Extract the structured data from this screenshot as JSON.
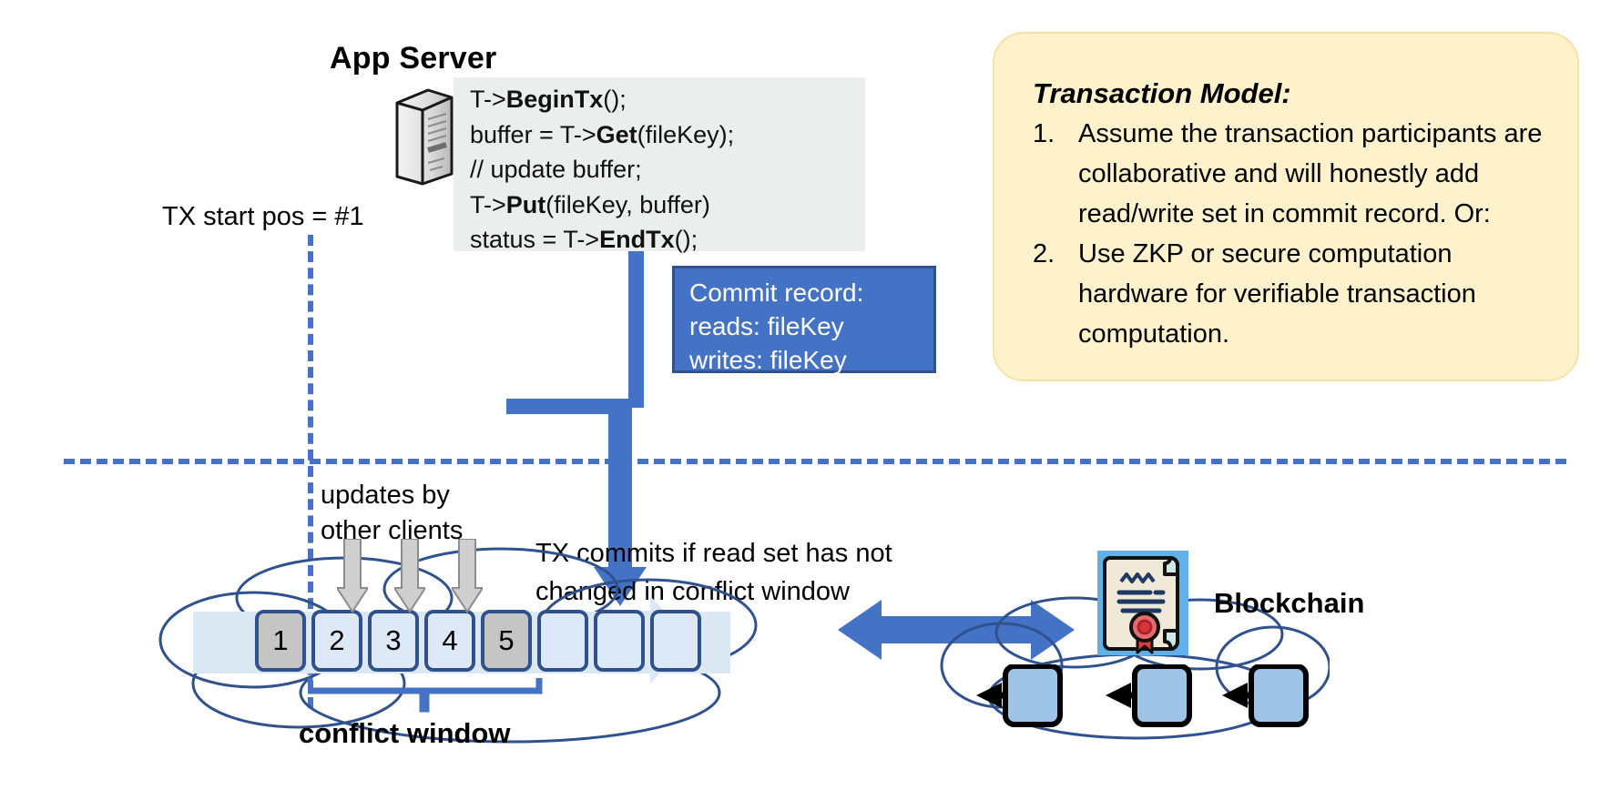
{
  "diagram": {
    "title": "Transactional storage with conflict window over a log and blockchain",
    "app_server": {
      "title": "App Server",
      "server_icon": "server-tower-icon",
      "code": [
        {
          "pre": "T->",
          "bold": "BeginTx",
          "post": "();"
        },
        {
          "pre": "buffer = T->",
          "bold": "Get",
          "post": "(fileKey);"
        },
        {
          "pre": "// update buffer;",
          "bold": "",
          "post": ""
        },
        {
          "pre": "T->",
          "bold": "Put",
          "post": "(fileKey, buffer)"
        },
        {
          "pre": "status = T->",
          "bold": "EndTx",
          "post": "();"
        }
      ]
    },
    "tx_start": {
      "label": "TX start pos = #1"
    },
    "commit_record": {
      "lines": [
        "Commit record:",
        "reads: fileKey",
        "writes: fileKey"
      ]
    },
    "transaction_model": {
      "heading": "Transaction Model:",
      "items": [
        {
          "number": "1.",
          "text": "Assume the transaction participants are collaborative and will honestly add read/write set in commit record.  Or:"
        },
        {
          "number": "2.",
          "text": "Use ZKP or secure computation hardware for verifiable transaction computation."
        }
      ]
    },
    "log": {
      "updates_label": "updates by\nother clients",
      "commit_label": "TX commits if read set has not\nchanged in conflict window",
      "conflict_window_label": "conflict window",
      "entries": [
        {
          "label": "1",
          "filled": true
        },
        {
          "label": "2",
          "filled": false
        },
        {
          "label": "3",
          "filled": false
        },
        {
          "label": "4",
          "filled": false
        },
        {
          "label": "5",
          "filled": true
        },
        {
          "label": "",
          "filled": false
        },
        {
          "label": "",
          "filled": false
        },
        {
          "label": "",
          "filled": false
        }
      ]
    },
    "blockchain": {
      "label": "Blockchain",
      "certificate_icon": "certificate-seal-icon",
      "blocks": [
        "",
        "",
        ""
      ]
    },
    "colors": {
      "accent_blue": "#4472c4",
      "dark_blue": "#2f528f",
      "light_blue_fill": "#dde9f7",
      "grey_fill": "#c5c5c5",
      "code_bg": "#eceded",
      "note_bg": "#fdf2cc",
      "note_border": "#f2e0a0",
      "cert_bg": "#62b0ea",
      "seal_red": "#e0393e"
    }
  }
}
